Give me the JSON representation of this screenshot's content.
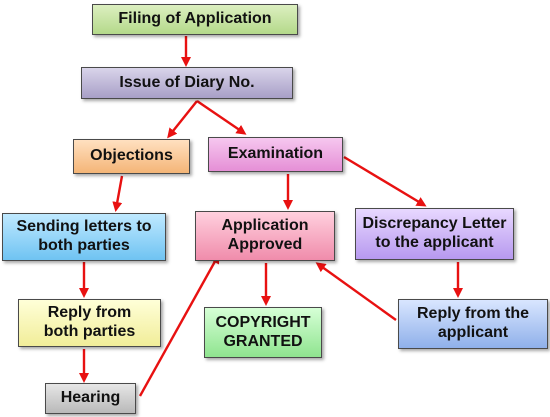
{
  "colors": {
    "arrow": "#e81111",
    "border": "#4a4a4a"
  },
  "nodes": {
    "filing": "Filing of Application",
    "diary": "Issue of Diary No.",
    "objections": "Objections",
    "examination": "Examination",
    "sending_line1": "Sending letters to",
    "sending_line2": "both parties",
    "approved_line1": "Application",
    "approved_line2": "Approved",
    "discrepancy_line1": "Discrepancy Letter",
    "discrepancy_line2": "to the applicant",
    "reply_both_line1": "Reply from",
    "reply_both_line2": "both parties",
    "copyright_line1": "COPYRIGHT",
    "copyright_line2": "GRANTED",
    "reply_applicant_line1": "Reply from the",
    "reply_applicant_line2": "applicant",
    "hearing": "Hearing"
  }
}
